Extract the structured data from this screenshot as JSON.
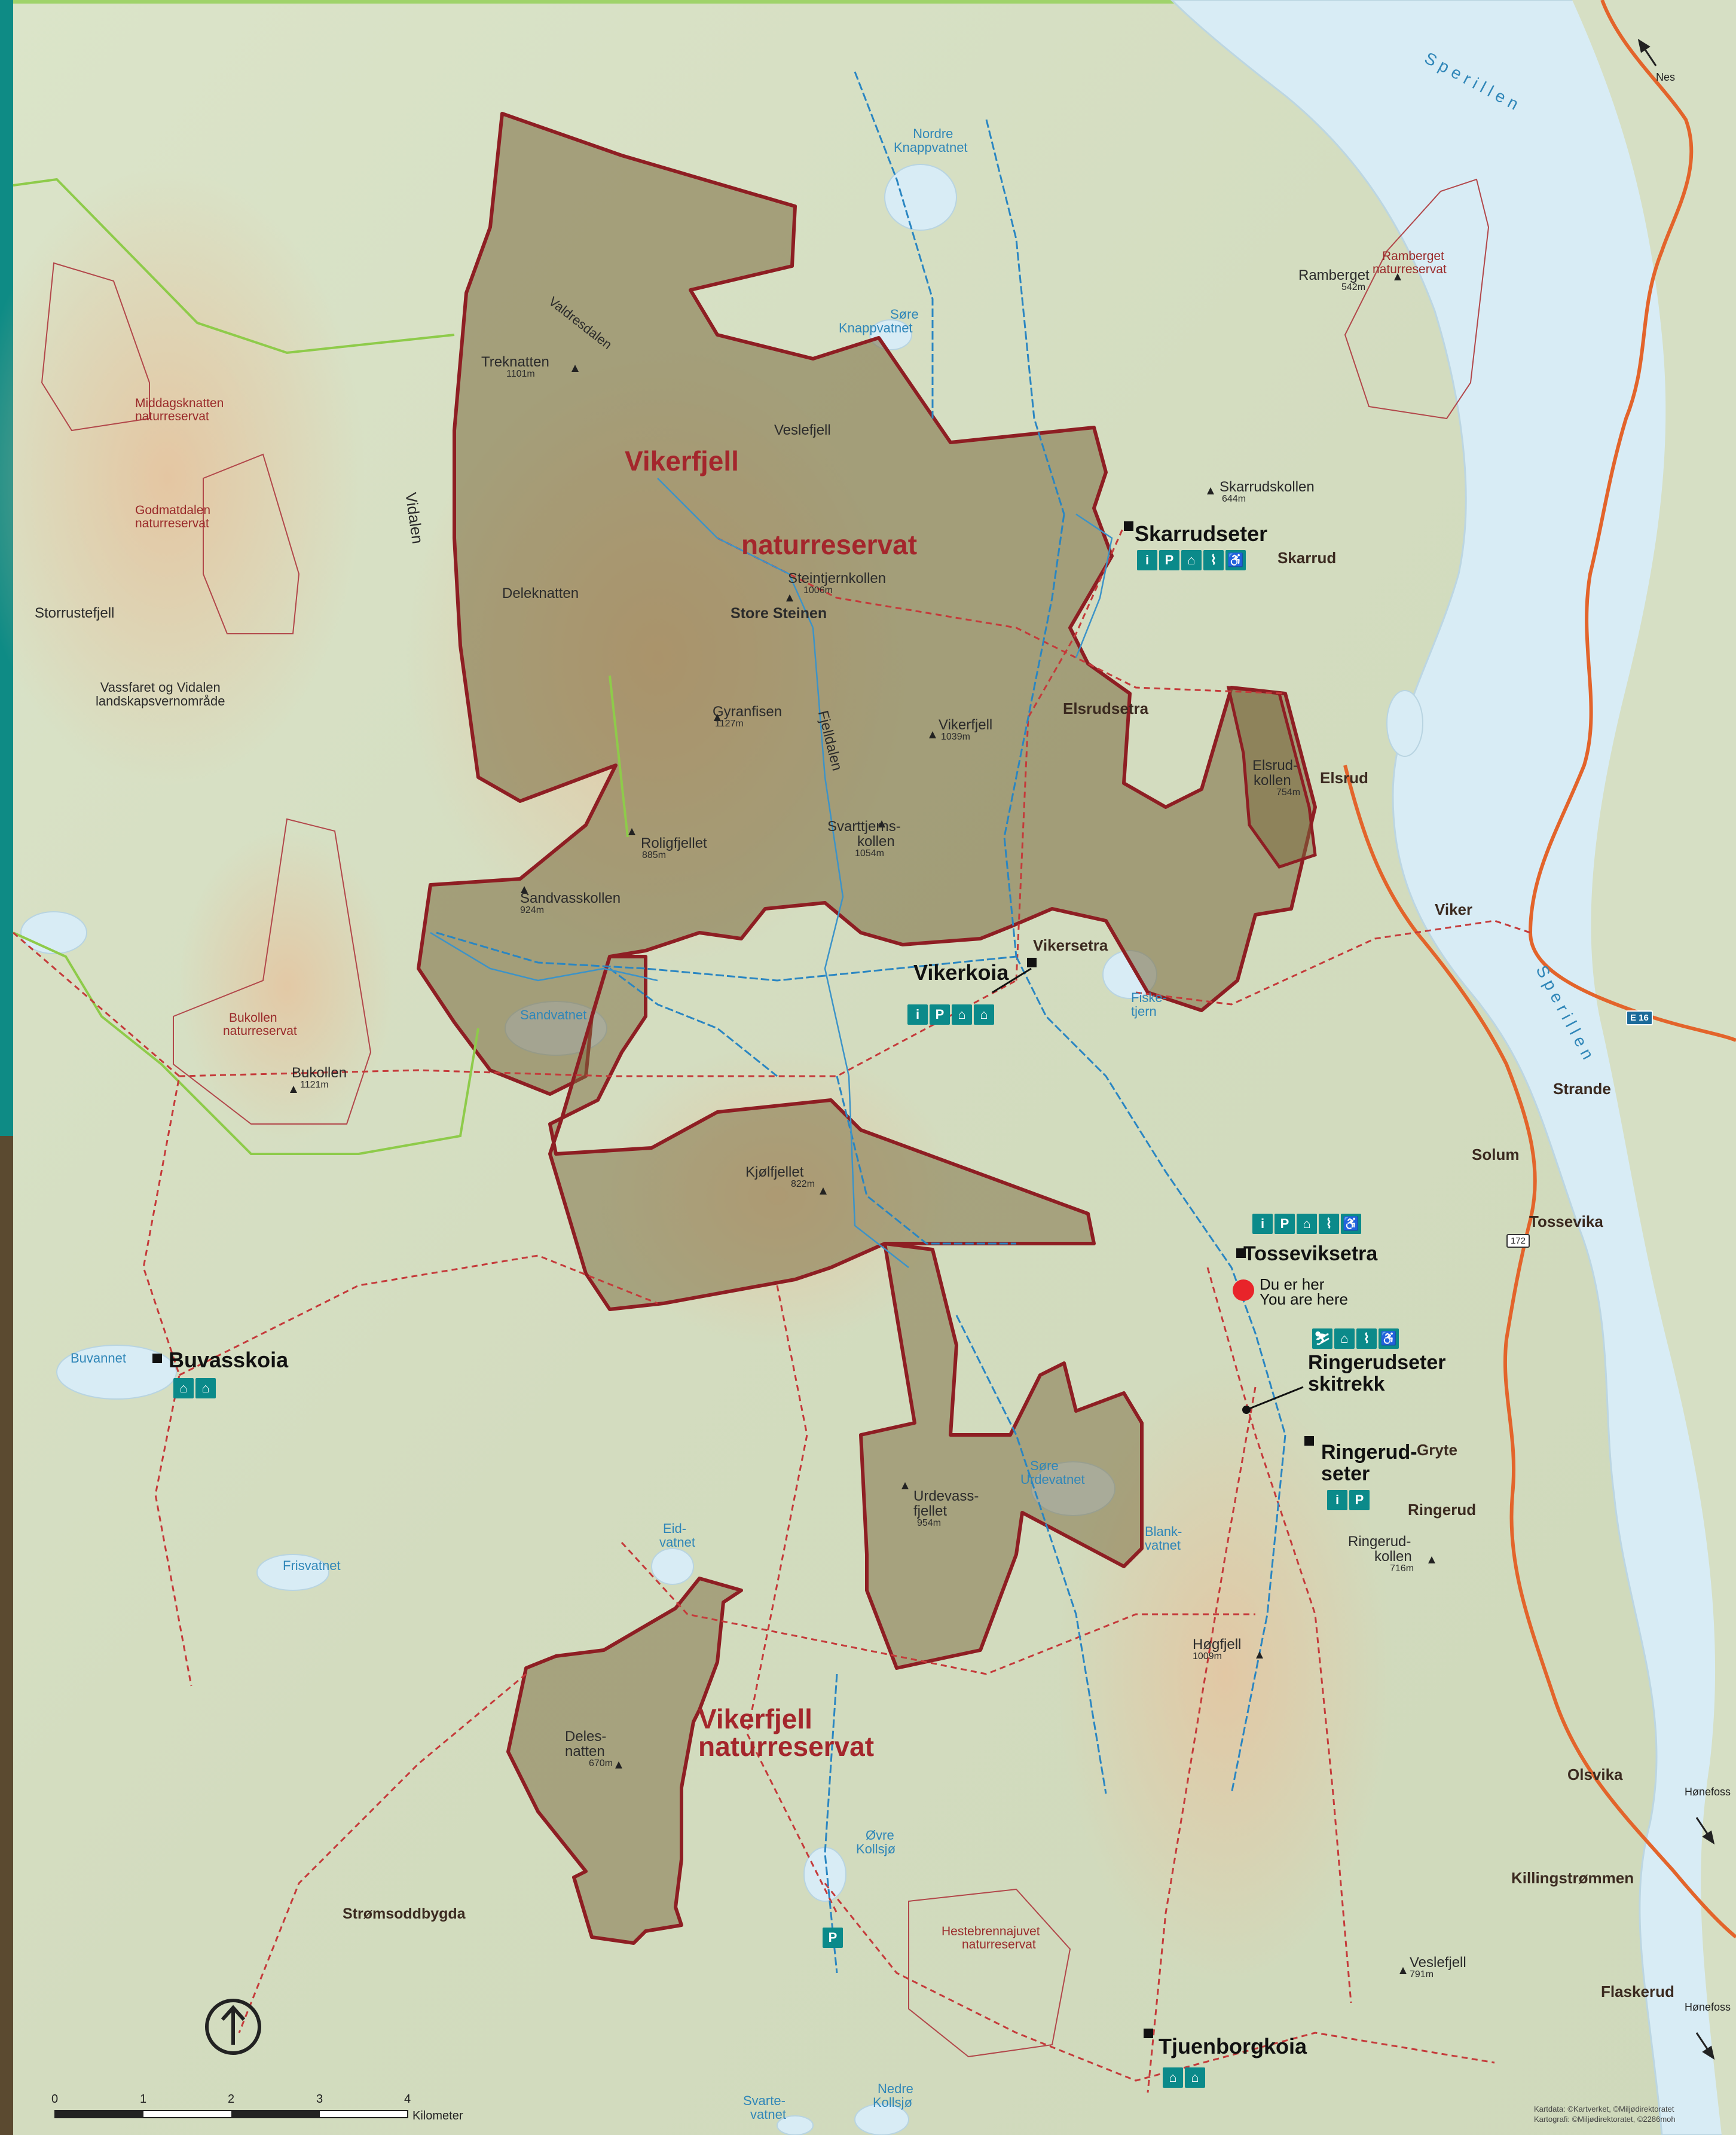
{
  "reserve_titles": {
    "north_line1": "Vikerfjell",
    "north_line2": "naturreservat",
    "south_line1": "Vikerfjell",
    "south_line2": "naturreservat"
  },
  "peaks": {
    "treknatten": {
      "name": "Treknatten",
      "elev": "1101m"
    },
    "veslefjell_n": {
      "name": "Veslefjell",
      "elev": ""
    },
    "deleknatten": {
      "name": "Deleknatten",
      "elev": ""
    },
    "steintjernkollen": {
      "name": "Steintjernkollen",
      "elev": "1006m"
    },
    "gyranfisen": {
      "name": "Gyranfisen",
      "elev": "1127m"
    },
    "vikerfjell": {
      "name": "Vikerfjell",
      "elev": "1039m"
    },
    "svarttjernskollen_1": {
      "name": "Svarttjerns-",
      "elev": ""
    },
    "svarttjernskollen_2": {
      "name": "kollen",
      "elev": "1054m"
    },
    "roligfjellet": {
      "name": "Roligfjellet",
      "elev": "885m"
    },
    "sandvasskollen": {
      "name": "Sandvasskollen",
      "elev": "924m"
    },
    "bukollen": {
      "name": "Bukollen",
      "elev": "1121m"
    },
    "kjolfjellet": {
      "name": "Kjølfjellet",
      "elev": "822m"
    },
    "urdevassfjellet_1": {
      "name": "Urdevass-",
      "elev": ""
    },
    "urdevassfjellet_2": {
      "name": "fjellet",
      "elev": "954m"
    },
    "delesnatten_1": {
      "name": "Deles-",
      "elev": ""
    },
    "delesnatten_2": {
      "name": "natten",
      "elev": "670m"
    },
    "hogfjell": {
      "name": "Høgfjell",
      "elev": "1009m"
    },
    "ringerudkollen_1": {
      "name": "Ringerud-",
      "elev": ""
    },
    "ringerudkollen_2": {
      "name": "kollen",
      "elev": "716m"
    },
    "veslefjell_s": {
      "name": "Veslefjell",
      "elev": "791m"
    },
    "skarrudskollen": {
      "name": "Skarrudskollen",
      "elev": "644m"
    },
    "ramberget": {
      "name": "Ramberget",
      "elev": "542m"
    },
    "elsrudkollen_1": {
      "name": "Elsrud-",
      "elev": ""
    },
    "elsrudkollen_2": {
      "name": "kollen",
      "elev": "754m"
    }
  },
  "water": {
    "sperillen_n": "Sperillen",
    "sperillen_s": "Sperillen",
    "nordre_knappvatnet_1": "Nordre",
    "nordre_knappvatnet_2": "Knappvatnet",
    "sore_knappvatnet_1": "Søre",
    "sore_knappvatnet_2": "Knappvatnet",
    "sandvatnet": "Sandvatnet",
    "fisketjern_1": "Fiske-",
    "fisketjern_2": "tjern",
    "buvannet": "Buvannet",
    "frisvatnet": "Frisvatnet",
    "eidvatnet_1": "Eid-",
    "eidvatnet_2": "vatnet",
    "sore_urdevatnet_1": "Søre",
    "sore_urdevatnet_2": "Urdevatnet",
    "blankvatnet_1": "Blank-",
    "blankvatnet_2": "vatnet",
    "ovre_kollsjo_1": "Øvre",
    "ovre_kollsjo_2": "Kollsjø",
    "nedre_kollsjo_1": "Nedre",
    "nedre_kollsjo_2": "Kollsjø",
    "svartevatnet_1": "Svarte-",
    "svartevatnet_2": "vatnet"
  },
  "reserves_small": {
    "ramberget_1": "Ramberget",
    "ramberget_2": "naturreservat",
    "middagsknatten_1": "Middagsknatten",
    "middagsknatten_2": "naturreservat",
    "godmatdalen_1": "Godmatdalen",
    "godmatdalen_2": "naturreservat",
    "bukollen_1": "Bukollen",
    "bukollen_2": "naturreservat",
    "hestebrennajuvet_1": "Hestebrennajuvet",
    "hestebrennajuvet_2": "naturreservat"
  },
  "areas": {
    "storrustefjell": "Storrustefjell",
    "vassfaret_1": "Vassfaret og Vidalen",
    "vassfaret_2": "landskapsvernområde",
    "vidalen": "Vidalen",
    "valdresdalen": "Valdresdalen",
    "fjelldalen": "Fjelldalen",
    "store_steinen": "Store Steinen",
    "stromsoddbygda": "Strømsoddbygda"
  },
  "places": {
    "skarrud": "Skarrud",
    "elsrudsetra": "Elsrudsetra",
    "elsrud": "Elsrud",
    "viker": "Viker",
    "vikersetra": "Vikersetra",
    "strande": "Strande",
    "solum": "Solum",
    "tossevika": "Tossevika",
    "gryte": "Gryte",
    "ringerud": "Ringerud",
    "olsvika": "Olsvika",
    "killingstrommen": "Killingstrømmen",
    "flaskerud": "Flaskerud"
  },
  "huts": {
    "skarrudseter": "Skarrudseter",
    "vikerkoia": "Vikerkoia",
    "tosseviksetra": "Tosseviksetra",
    "ringerudseter_skitrekk_1": "Ringerudseter",
    "ringerudseter_skitrekk_2": "skitrekk",
    "ringerudseter_1": "Ringerud-",
    "ringerudseter_2": "seter",
    "buvasskoia": "Buvasskoia",
    "tjuenborgkoia": "Tjuenborgkoia"
  },
  "you_are_here": {
    "no": "Du er her",
    "en": "You are here"
  },
  "directions": {
    "nes": "Nes",
    "honefoss_1": "Hønefoss",
    "honefoss_2": "Hønefoss"
  },
  "roads": {
    "e16": "E 16",
    "r172": "172"
  },
  "scale": {
    "ticks": [
      "0",
      "1",
      "2",
      "3",
      "4"
    ],
    "unit": "Kilometer"
  },
  "credits": {
    "line1": "Kartdata: ©Kartverket, ©Miljødirektoratet",
    "line2": "Kartografi: ©Miljødirektoratet, ©2286moh"
  },
  "service_icons": {
    "info": "i",
    "parking": "P",
    "bed": "⌂",
    "food": "⌇",
    "toilet": "♿",
    "cabin": "⌂",
    "ski": "⛷"
  },
  "colors": {
    "reserve_border": "#8e1e23",
    "reserve_fill": "#7a6a3e",
    "water": "#d8ecf5",
    "trail_red": "#c53a3a",
    "ski_blue": "#2a86c2",
    "road_orange": "#e3642b",
    "service_teal": "#0b8a8a"
  }
}
